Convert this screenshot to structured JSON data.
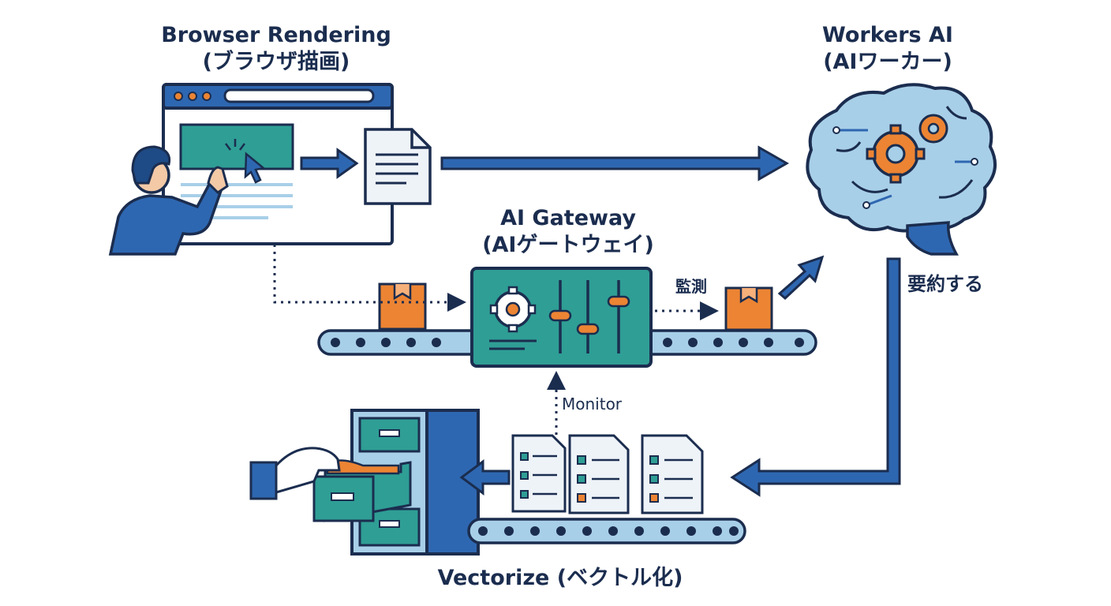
{
  "labels": {
    "browser_title": "Browser Rendering",
    "browser_sub": "(ブラウザ描画)",
    "workers_title": "Workers AI",
    "workers_sub": "(AIワーカー)",
    "gateway_title": "AI Gateway",
    "gateway_sub": "(AIゲートウェイ)",
    "monitor_jp": "監測",
    "summary": "要約する",
    "monitor_en": "Monitor",
    "vectorize": "Vectorize (ベクトル化)"
  },
  "icons": [
    "browser-window-icon",
    "person-pointing-icon",
    "document-icon",
    "brain-gears-icon",
    "gear-icon",
    "slider-controls-icon",
    "package-box-icon",
    "conveyor-belt-icon",
    "file-cabinet-icon",
    "hand-icon",
    "checklist-document-icon",
    "arrow-icon"
  ],
  "colors": {
    "outline": "#1b2d4f",
    "blue": "#2e67b1",
    "light_blue": "#a8cfe8",
    "teal": "#2f9e95",
    "orange": "#ec8433",
    "doc_bg": "#eef3f8"
  }
}
